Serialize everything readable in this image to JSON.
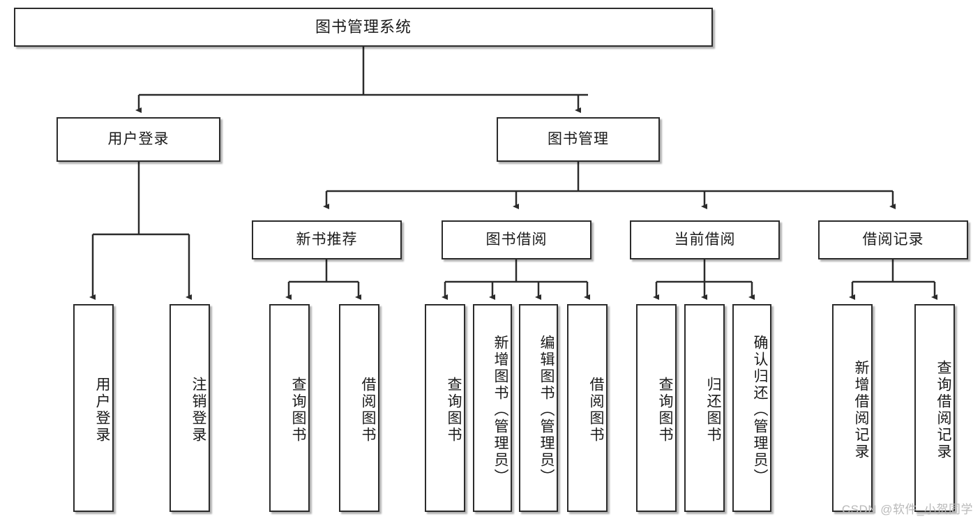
{
  "diagram": {
    "title": "图书管理系统",
    "type": "tree",
    "root": {
      "label": "图书管理系统"
    },
    "level1": [
      {
        "label": "用户登录"
      },
      {
        "label": "图书管理"
      }
    ],
    "level2": [
      {
        "label": "新书推荐"
      },
      {
        "label": "图书借阅"
      },
      {
        "label": "当前借阅"
      },
      {
        "label": "借阅记录"
      }
    ],
    "leaves": {
      "user_login": [
        {
          "label": "用户登录"
        },
        {
          "label": "注销登录"
        }
      ],
      "new_book_recommend": [
        {
          "label": "查询图书"
        },
        {
          "label": "借阅图书"
        }
      ],
      "book_borrow": [
        {
          "label": "查询图书"
        },
        {
          "label": "新增图书（管理员）"
        },
        {
          "label": "编辑图书（管理员）"
        },
        {
          "label": "借阅图书"
        }
      ],
      "current_borrow": [
        {
          "label": "查询图书"
        },
        {
          "label": "归还图书"
        },
        {
          "label": "确认归还（管理员）"
        }
      ],
      "borrow_record": [
        {
          "label": "新增借阅记录"
        },
        {
          "label": "查询借阅记录"
        }
      ]
    }
  },
  "watermark": {
    "text": "CSDN @软件_小贺同学"
  },
  "colors": {
    "border": "#2b2b2b",
    "background": "#ffffff",
    "text": "#1a1a1a",
    "watermark": "#b9b9b9"
  }
}
